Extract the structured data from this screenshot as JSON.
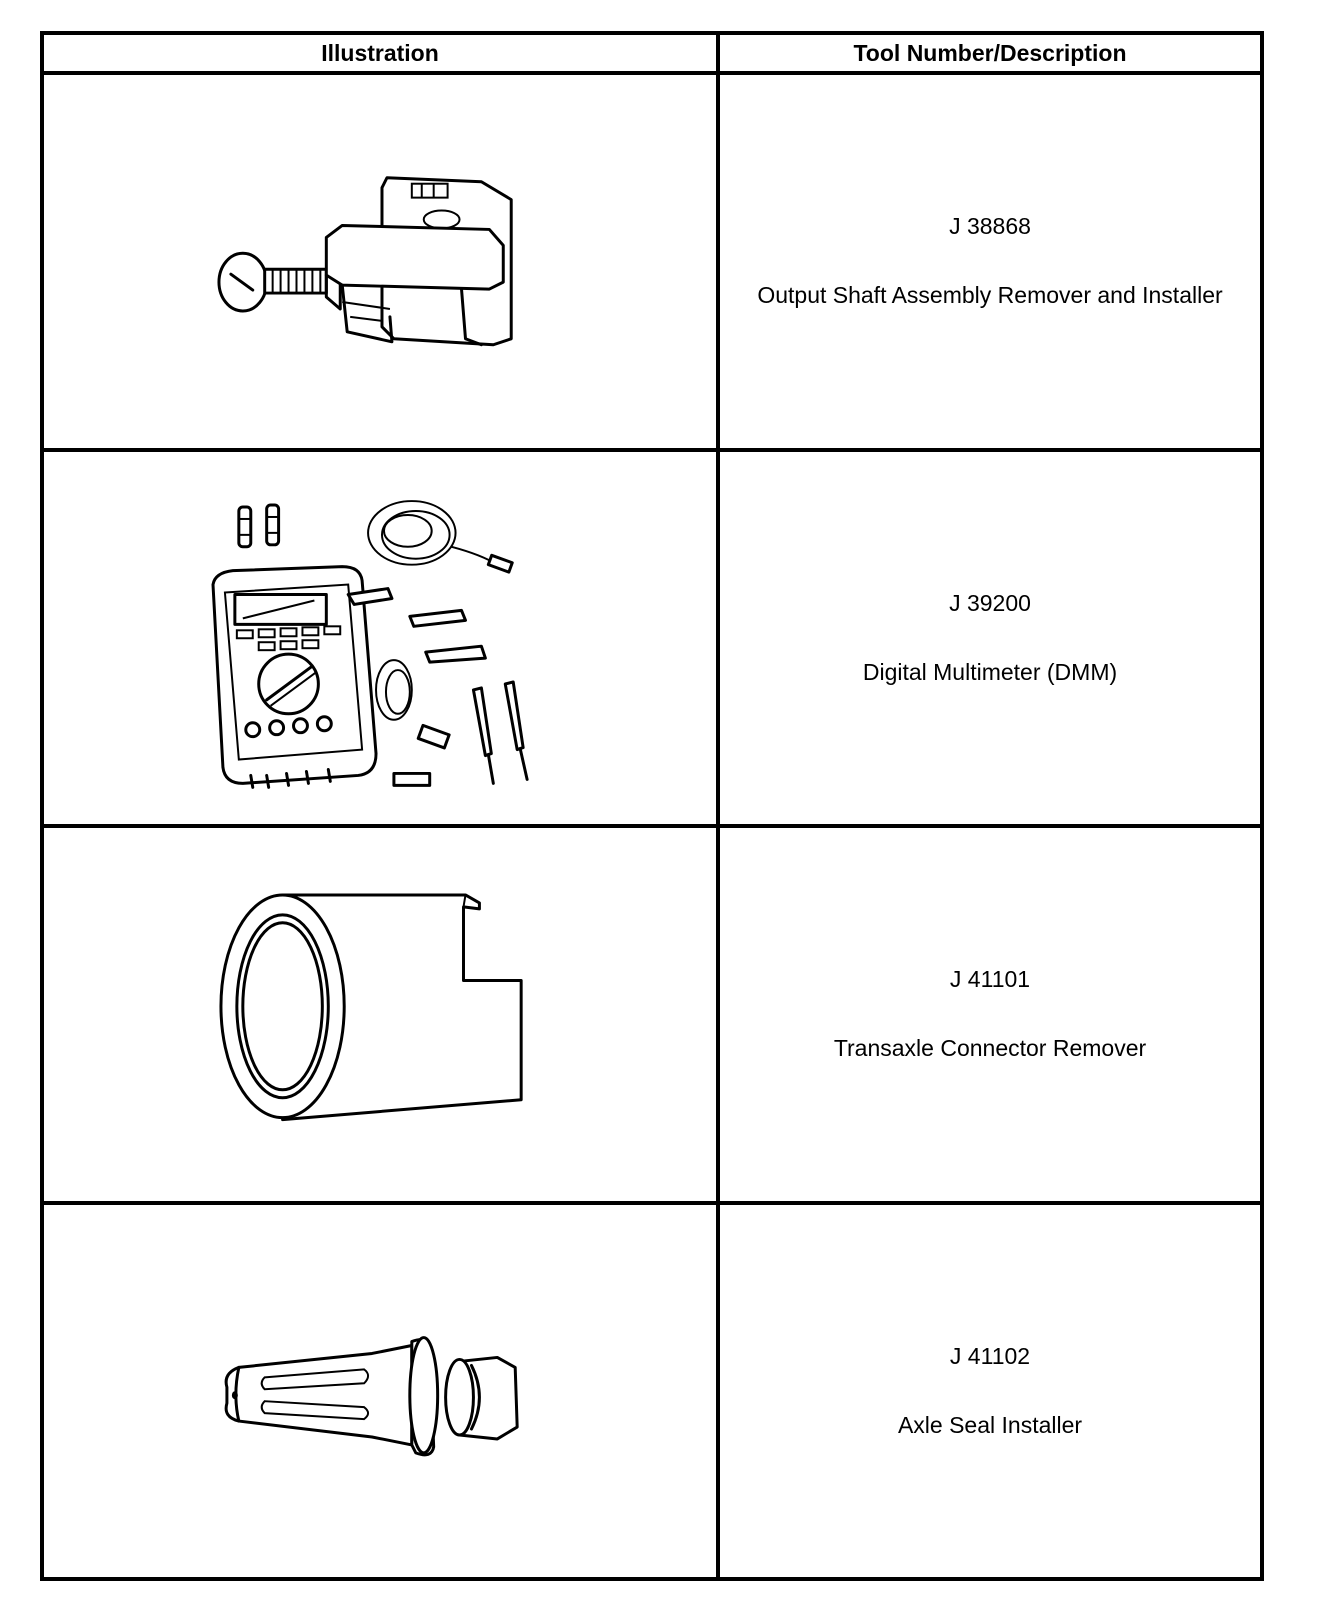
{
  "table": {
    "headers": {
      "illustration": "Illustration",
      "tool": "Tool Number/Description"
    },
    "rows": [
      {
        "number": "J 38868",
        "description": "Output Shaft Assembly Remover and Installer",
        "illustration_icon": "output-shaft-remover-installer-illustration"
      },
      {
        "number": "J 39200",
        "description": "Digital Multimeter (DMM)",
        "illustration_icon": "digital-multimeter-illustration"
      },
      {
        "number": "J 41101",
        "description": "Transaxle Connector Remover",
        "illustration_icon": "transaxle-connector-remover-illustration"
      },
      {
        "number": "J 41102",
        "description": "Axle Seal Installer",
        "illustration_icon": "axle-seal-installer-illustration"
      }
    ]
  }
}
